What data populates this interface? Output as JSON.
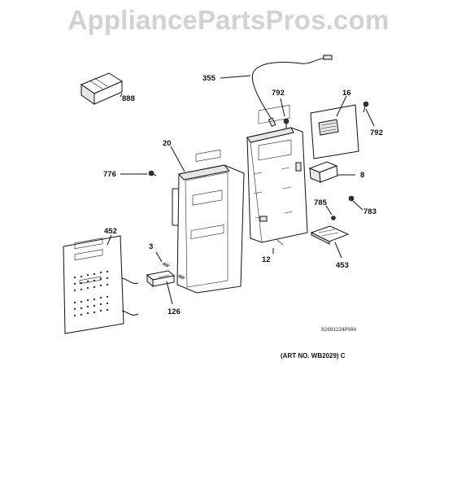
{
  "watermark": "AppliancePartsPros.com",
  "callouts": [
    {
      "id": "888",
      "text": "888"
    },
    {
      "id": "355",
      "text": "355"
    },
    {
      "id": "792a",
      "text": "792"
    },
    {
      "id": "16",
      "text": "16"
    },
    {
      "id": "792b",
      "text": "792"
    },
    {
      "id": "20",
      "text": "20"
    },
    {
      "id": "776",
      "text": "776"
    },
    {
      "id": "8",
      "text": "8"
    },
    {
      "id": "785",
      "text": "785"
    },
    {
      "id": "783",
      "text": "783"
    },
    {
      "id": "452",
      "text": "452"
    },
    {
      "id": "3",
      "text": "3"
    },
    {
      "id": "12",
      "text": "12"
    },
    {
      "id": "453",
      "text": "453"
    },
    {
      "id": "126",
      "text": "126"
    }
  ],
  "diagram_code": "82691224P084",
  "art_number": "(ART NO. WB2029) C"
}
